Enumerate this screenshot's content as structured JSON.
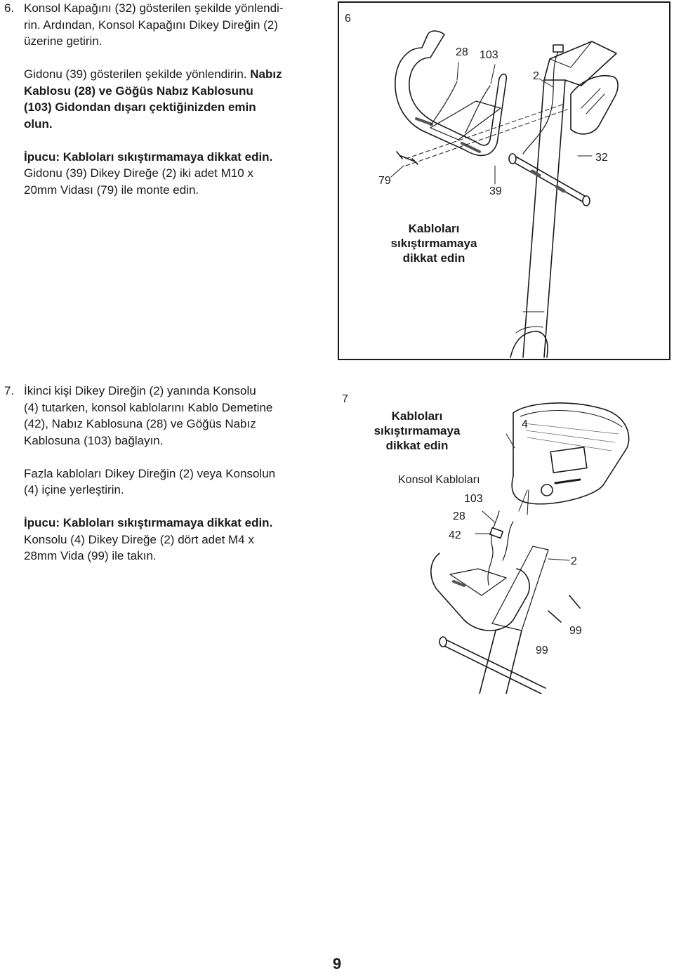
{
  "step6": {
    "number": "6.",
    "para1_line1": "Konsol Kapağını (32) gösterilen şekilde yönlendi-",
    "para1_line2": "rin. Ardından, Konsol Kapağını Dikey Direğin (2)",
    "para1_line3": "üzerine getirin.",
    "para2_line1_normal": "Gidonu (39) gösterilen şekilde yönlendirin. ",
    "para2_line1_bold": "Nabız",
    "para2_line2": "Kablosu (28) ve Göğüs Nabız Kablosunu",
    "para2_line3": "(103) Gidondan dışarı çektiğinizden emin",
    "para2_line4": "olun.",
    "tip": "İpucu: Kabloları sıkıştırmamaya dikkat edin.",
    "para3_line1": "Gidonu (39) Dikey Direğe (2) iki adet M10 x",
    "para3_line2": "20mm Vidası (79) ile monte edin."
  },
  "step7": {
    "number": "7.",
    "para1_line1": "İkinci kişi Dikey Direğin (2) yanında Konsolu",
    "para1_line2": "(4) tutarken, konsol kablolarını Kablo Demetine",
    "para1_line3": "(42), Nabız Kablosuna (28) ve Göğüs Nabız",
    "para1_line4": "Kablosuna (103) bağlayın.",
    "para2_line1": "Fazla kabloları Dikey Direğin (2) veya Konsolun",
    "para2_line2": "(4) içine yerleştirin.",
    "tip": "İpucu: Kabloları sıkıştırmamaya dikkat edin.",
    "para3_line1": "Konsolu (4) Dikey Direğe (2) dört adet M4 x",
    "para3_line2": "28mm Vida (99) ile takın."
  },
  "figure6": {
    "number": "6",
    "labels": {
      "p28": "28",
      "p103": "103",
      "p2": "2",
      "p32": "32",
      "p79": "79",
      "p39": "39"
    },
    "warning_line1": "Kabloları",
    "warning_line2": "sıkıştırmamaya",
    "warning_line3": "dikkat edin"
  },
  "figure7": {
    "number": "7",
    "warning_line1": "Kabloları",
    "warning_line2": "sıkıştırmamaya",
    "warning_line3": "dikkat edin",
    "console_cables": "Konsol Kabloları",
    "labels": {
      "p4": "4",
      "p103": "103",
      "p28": "28",
      "p42": "42",
      "p2": "2",
      "p99a": "99",
      "p99b": "99"
    }
  },
  "page_number": "9"
}
